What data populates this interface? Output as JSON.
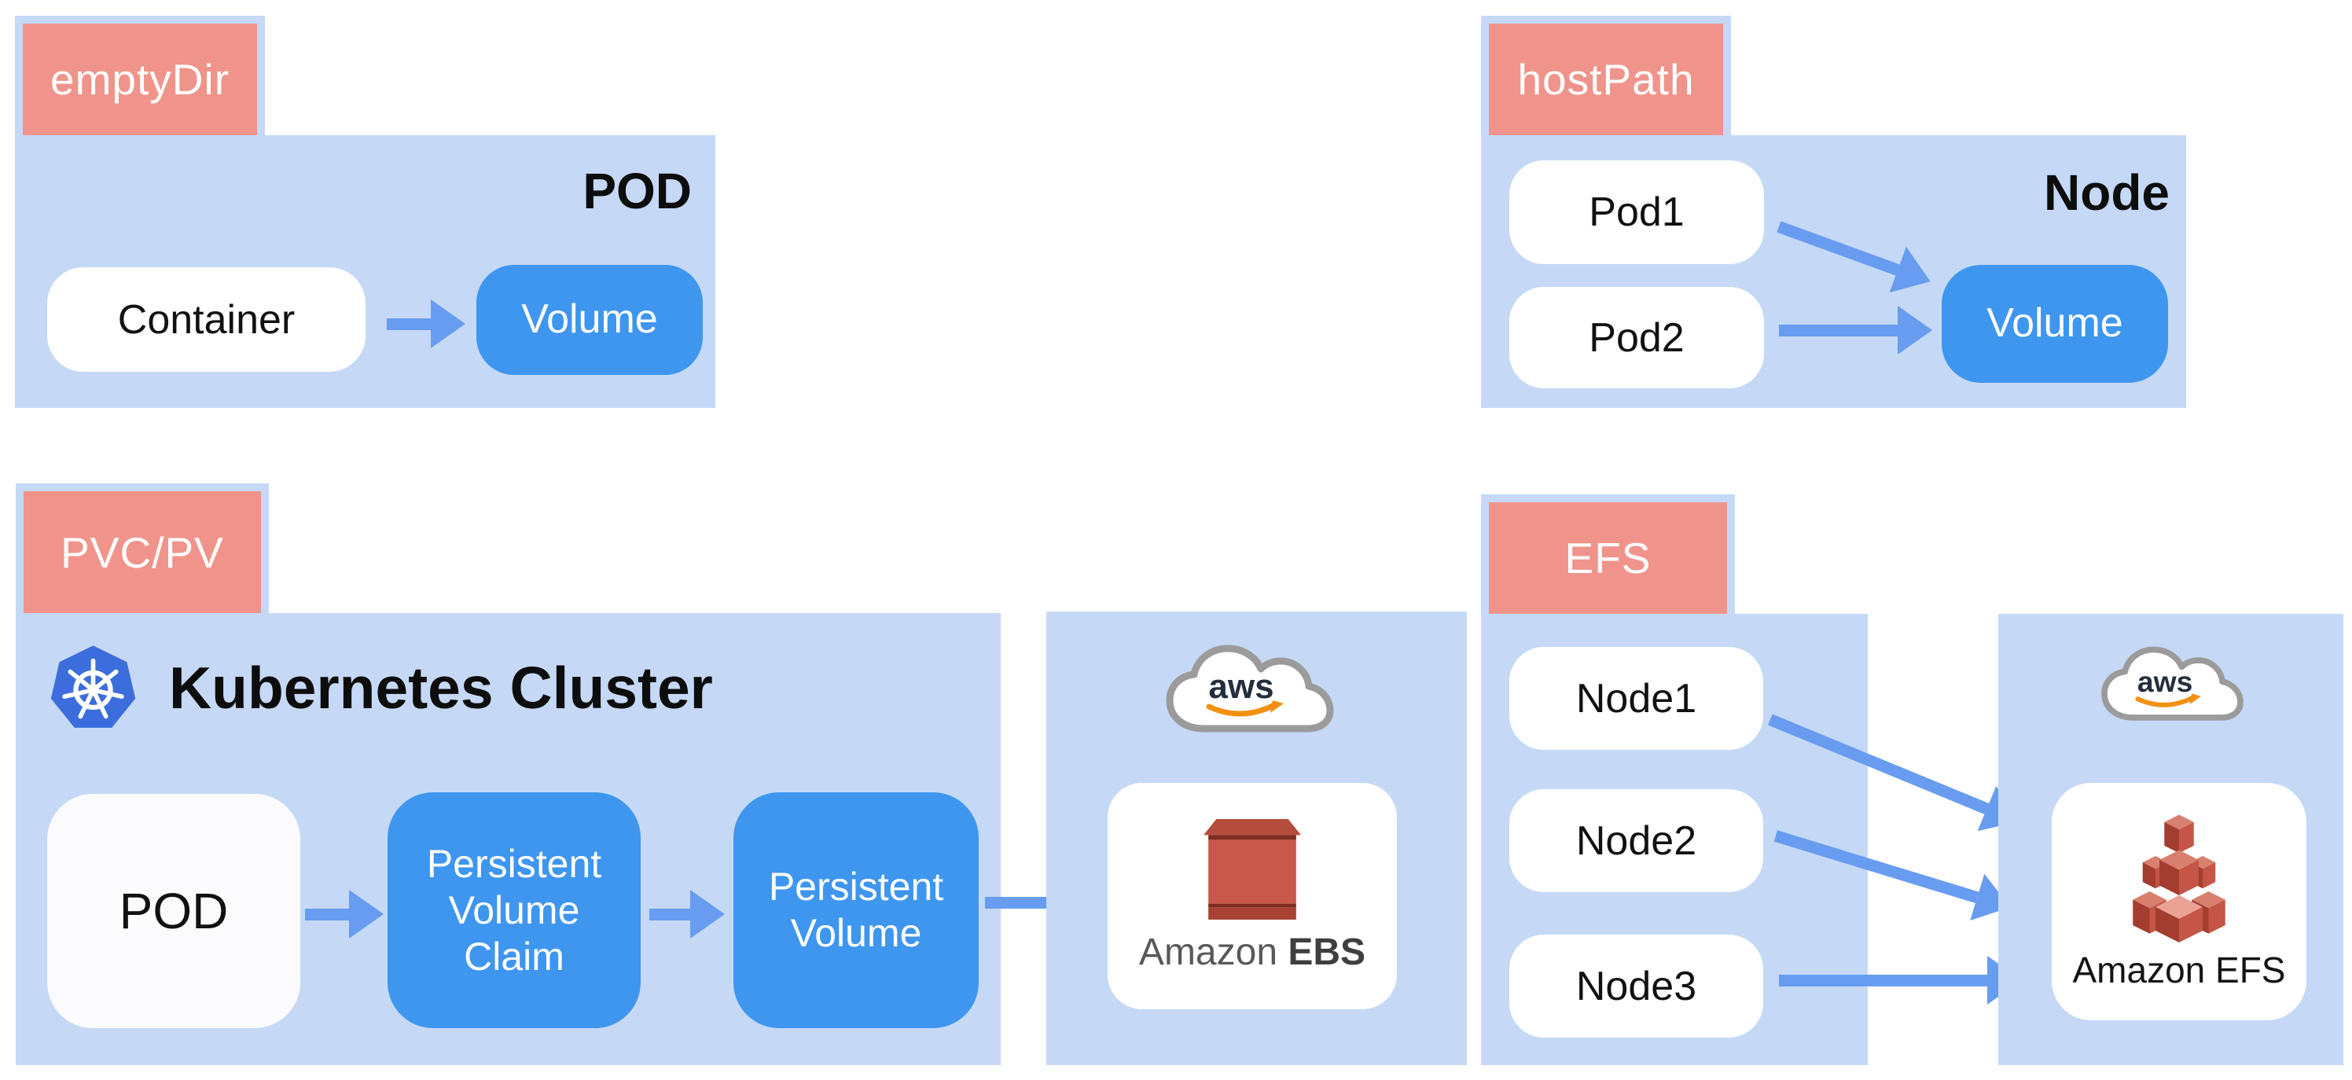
{
  "colors": {
    "panel_blue": "#c5d9f6",
    "tag_salmon": "#f0948b",
    "volume_blue": "#3e96ef",
    "arrow_blue": "#689cf0",
    "kubernetes_blue": "#3b6edc",
    "ebs_red": "#c85849",
    "efs_red": "#c2574a",
    "aws_navy": "#232f3e",
    "aws_orange": "#f29111",
    "cloud_gray": "#9b9b9b"
  },
  "sections": {
    "empty_dir": {
      "tag": "emptyDir",
      "panel_label": "POD",
      "container_label": "Container",
      "volume_label": "Volume"
    },
    "host_path": {
      "tag": "hostPath",
      "panel_label": "Node",
      "pods": [
        "Pod1",
        "Pod2"
      ],
      "volume_label": "Volume"
    },
    "pvc_pv": {
      "tag": "PVC/PV",
      "cluster_label": "Kubernetes Cluster",
      "pod_label": "POD",
      "pvc_label": "Persistent Volume Claim",
      "pv_label": "Persistent Volume",
      "aws_label": "aws",
      "ebs_label_regular": "Amazon",
      "ebs_label_bold": "EBS"
    },
    "efs": {
      "tag": "EFS",
      "nodes": [
        "Node1",
        "Node2",
        "Node3"
      ],
      "aws_label": "aws",
      "efs_label": "Amazon EFS"
    }
  }
}
